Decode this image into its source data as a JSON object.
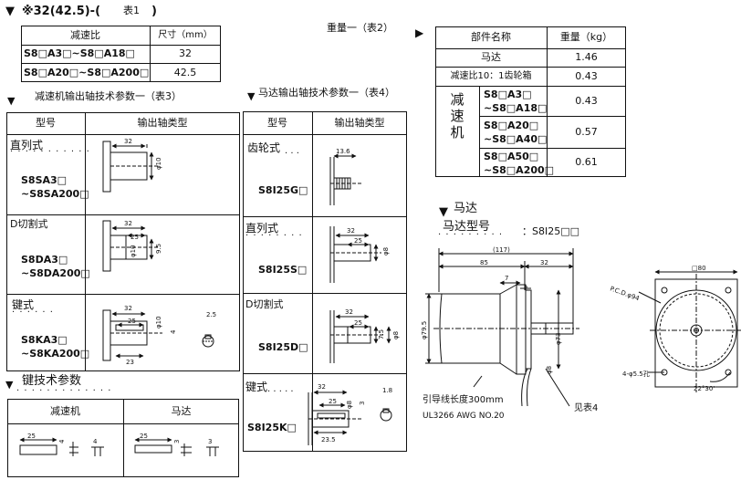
{
  "table1": {
    "title": "※32(42.5)-(",
    "title_tail": "表1",
    "title_close": ")",
    "col1": "减速比",
    "col2": "尺寸（mm）",
    "rows": [
      {
        "ratio": "S8□A3□~S8□A18□",
        "size": "32"
      },
      {
        "ratio": "S8□A20□~S8□A200□",
        "size": "42.5"
      }
    ]
  },
  "table2": {
    "title": "重量一（表2）",
    "col1": "部件名称",
    "col2": "重量（kg）",
    "motor": "马达",
    "motor_weight": "1.46",
    "gearbox": "减速比10：1齿轮箱",
    "gearbox_weight": "0.43",
    "reducer_label_1": "减",
    "reducer_label_2": "速",
    "reducer_label_3": "机",
    "reducer_rows": [
      {
        "line1": "S8□A3□",
        "line2": "~S8□A18□",
        "weight": "0.43"
      },
      {
        "line1": "S8□A20□",
        "line2": "~S8□A40□",
        "weight": "0.57"
      },
      {
        "line1": "S8□A50□",
        "line2": "~S8□A200□",
        "weight": "0.61"
      }
    ]
  },
  "table3": {
    "title": "减速机输出轴技术参数一（表3）",
    "col1": "型号",
    "col2": "输出轴类型",
    "rows": [
      {
        "type": "直列式",
        "model1": "S8SA3□",
        "model2": "~S8SA200□",
        "dims": [
          "32",
          "φ10"
        ]
      },
      {
        "type": "D切割式",
        "model1": "S8DA3□",
        "model2": "~S8DA200□",
        "dims": [
          "32",
          "25",
          "φ10",
          "9.5"
        ]
      },
      {
        "type": "键式",
        "model1": "S8KA3□",
        "model2": "~S8KA200□",
        "dims": [
          "32",
          "25",
          "φ10",
          "4",
          "2.5",
          "23"
        ]
      }
    ]
  },
  "table4": {
    "title": "马达输出轴技术参数一（表4）",
    "col1": "型号",
    "col2": "输出轴类型",
    "rows": [
      {
        "type": "齿轮式",
        "model": "S8I25G□",
        "dims": [
          "13.6"
        ]
      },
      {
        "type": "直列式",
        "model": "S8I25S□",
        "dims": [
          "32",
          "25",
          "φ8"
        ]
      },
      {
        "type": "D切割式",
        "model": "S8I25D□",
        "dims": [
          "32",
          "25",
          "7.5",
          "φ8"
        ]
      },
      {
        "type": "键式",
        "model": "S8I25K□",
        "dims": [
          "32",
          "25",
          "1.8",
          "3",
          "φ8",
          "23.5"
        ]
      }
    ]
  },
  "key_params": {
    "title": "键技术参数",
    "col1": "减速机",
    "col2": "马达",
    "dims_reducer": [
      "25",
      "4",
      "4"
    ],
    "dims_motor": [
      "25",
      "3",
      "3"
    ]
  },
  "motor": {
    "title": "马达",
    "model_label": "马达型号",
    "model_value": "：S8I25□□",
    "dims": [
      "(117)",
      "85",
      "32",
      "7",
      "2",
      "φ79.5",
      "φ73",
      "φ8",
      "□80",
      "P.C.D.φ94",
      "4-φ5.5孔",
      "22°30'"
    ],
    "lead_label": "引导线长度300mm",
    "lead_spec": "UL3266 AWG NO.20",
    "see_table": "见表4"
  },
  "colors": {
    "ink": "#111111",
    "background": "#ffffff"
  }
}
